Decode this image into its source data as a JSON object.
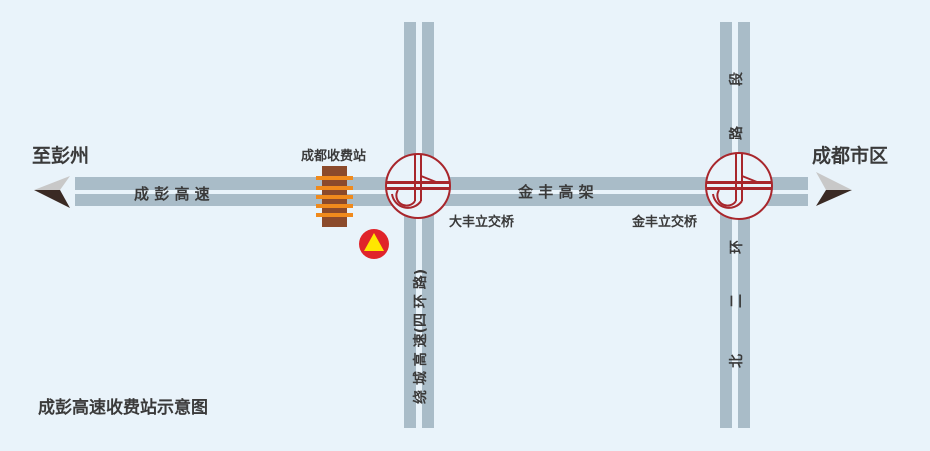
{
  "title": "成彭高速收费站示意图",
  "directions": {
    "left": "至彭州",
    "right": "成都市区"
  },
  "roads": {
    "west_segment": "成 彭 高 速",
    "east_segment": "金 丰 高 架",
    "ring_road": "绕 城 高 速(四 环 路)",
    "north_ring": [
      "北",
      "二",
      "环",
      "路",
      "段"
    ]
  },
  "places": {
    "toll_station": "成都收费站",
    "interchange_1": "大丰立交桥",
    "interchange_2": "金丰立交桥"
  },
  "colors": {
    "background": "#e9f3fa",
    "road": "#a9bcc8",
    "interchange": "#a8262c",
    "toll_booth": "#8b4a2b",
    "toll_bars": "#f08a1c",
    "marker_red": "#e0242a",
    "marker_yellow": "#ffe600"
  },
  "icons": {
    "marker": "triangle-location-marker",
    "interchange": "cloverleaf-interchange-icon"
  }
}
